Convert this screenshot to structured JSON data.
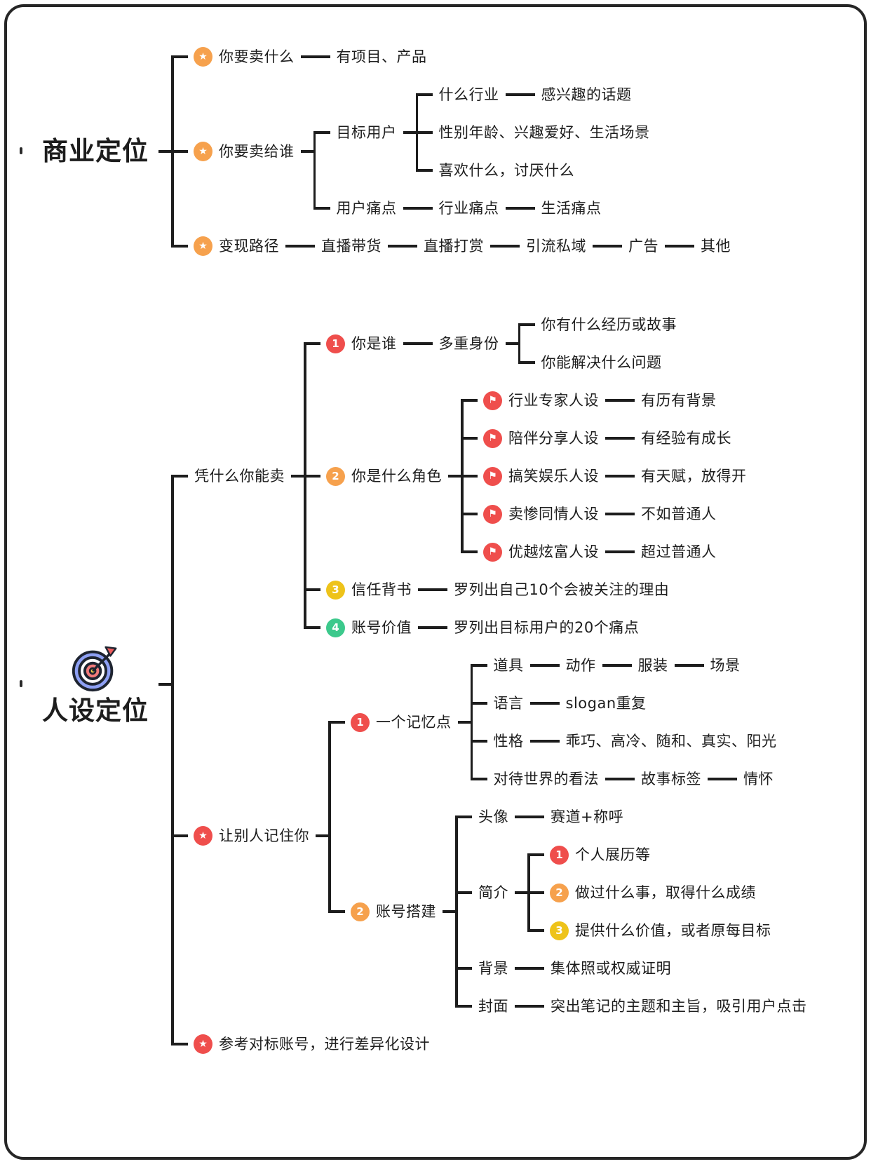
{
  "colors": {
    "red": "#ef4e4c",
    "orange": "#f6a14d",
    "yellow": "#eec31a",
    "green": "#3cc98c",
    "line": "#1d1d1d",
    "frame": "#262626",
    "dartboard_blue": "#8ea0f4",
    "dartboard_red": "#f27b7b",
    "dartboard_yellow": "#f7d04b"
  },
  "icons": {
    "star-orange": {
      "glyph": "★",
      "color": "orange",
      "name": "star-icon"
    },
    "star-red": {
      "glyph": "★",
      "color": "red",
      "name": "star-icon"
    },
    "flag-red": {
      "glyph": "⚑",
      "color": "red",
      "name": "flag-icon"
    },
    "num-1": {
      "glyph": "1",
      "color": "red",
      "name": "number-1-icon"
    },
    "num-2": {
      "glyph": "2",
      "color": "orange",
      "name": "number-2-icon"
    },
    "num-3": {
      "glyph": "3",
      "color": "yellow",
      "name": "number-3-icon"
    },
    "num-4": {
      "glyph": "4",
      "color": "green",
      "name": "number-4-icon"
    }
  },
  "tree": [
    {
      "label": "商业定位",
      "type": "root",
      "children": [
        {
          "icon": "star-orange",
          "label": "你要卖什么",
          "children": [
            {
              "label": "有项目、产品"
            }
          ]
        },
        {
          "icon": "star-orange",
          "label": "你要卖给谁",
          "children": [
            {
              "label": "目标用户",
              "children": [
                {
                  "label": "什么行业",
                  "children": [
                    {
                      "label": "感兴趣的话题"
                    }
                  ]
                },
                {
                  "label": "性别年龄、兴趣爱好、生活场景"
                },
                {
                  "label": "喜欢什么，讨厌什么"
                }
              ]
            },
            {
              "label": "用户痛点",
              "children": [
                {
                  "label": "行业痛点",
                  "children": [
                    {
                      "label": "生活痛点"
                    }
                  ]
                }
              ]
            }
          ]
        },
        {
          "icon": "star-orange",
          "label": "变现路径",
          "children": [
            {
              "label": "直播带货",
              "children": [
                {
                  "label": "直播打赏",
                  "children": [
                    {
                      "label": "引流私域",
                      "children": [
                        {
                          "label": "广告",
                          "children": [
                            {
                              "label": "其他"
                            }
                          ]
                        }
                      ]
                    }
                  ]
                }
              ]
            }
          ]
        }
      ]
    },
    {
      "label": "人设定位",
      "type": "root",
      "icon": "dartboard",
      "children": [
        {
          "label": "凭什么你能卖",
          "children": [
            {
              "icon": "num-1",
              "label": "你是谁",
              "children": [
                {
                  "label": "多重身份",
                  "children": [
                    {
                      "label": "你有什么经历或故事"
                    },
                    {
                      "label": "你能解决什么问题"
                    }
                  ]
                }
              ]
            },
            {
              "icon": "num-2",
              "label": "你是什么角色",
              "children": [
                {
                  "icon": "flag-red",
                  "label": "行业专家人设",
                  "children": [
                    {
                      "label": "有历有背景"
                    }
                  ]
                },
                {
                  "icon": "flag-red",
                  "label": "陪伴分享人设",
                  "children": [
                    {
                      "label": "有经验有成长"
                    }
                  ]
                },
                {
                  "icon": "flag-red",
                  "label": "搞笑娱乐人设",
                  "children": [
                    {
                      "label": "有天赋，放得开"
                    }
                  ]
                },
                {
                  "icon": "flag-red",
                  "label": "卖惨同情人设",
                  "children": [
                    {
                      "label": "不如普通人"
                    }
                  ]
                },
                {
                  "icon": "flag-red",
                  "label": "优越炫富人设",
                  "children": [
                    {
                      "label": "超过普通人"
                    }
                  ]
                }
              ]
            },
            {
              "icon": "num-3",
              "label": "信任背书",
              "children": [
                {
                  "label": "罗列出自己10个会被关注的理由"
                }
              ]
            },
            {
              "icon": "num-4",
              "label": "账号价值",
              "children": [
                {
                  "label": "罗列出目标用户的20个痛点"
                }
              ]
            }
          ]
        },
        {
          "icon": "star-red",
          "label": "让别人记住你",
          "children": [
            {
              "icon": "num-1",
              "label": "一个记忆点",
              "children": [
                {
                  "label": "道具",
                  "children": [
                    {
                      "label": "动作",
                      "children": [
                        {
                          "label": "服装",
                          "children": [
                            {
                              "label": "场景"
                            }
                          ]
                        }
                      ]
                    }
                  ]
                },
                {
                  "label": "语言",
                  "children": [
                    {
                      "label": "slogan重复"
                    }
                  ]
                },
                {
                  "label": "性格",
                  "children": [
                    {
                      "label": "乖巧、高冷、随和、真实、阳光"
                    }
                  ]
                },
                {
                  "label": "对待世界的看法",
                  "children": [
                    {
                      "label": "故事标签",
                      "children": [
                        {
                          "label": "情怀"
                        }
                      ]
                    }
                  ]
                }
              ]
            },
            {
              "icon": "num-2",
              "label": "账号搭建",
              "children": [
                {
                  "label": "头像",
                  "children": [
                    {
                      "label": "赛道+称呼"
                    }
                  ]
                },
                {
                  "label": "简介",
                  "children": [
                    {
                      "icon": "num-1",
                      "label": "个人展历等"
                    },
                    {
                      "icon": "num-2",
                      "label": "做过什么事，取得什么成绩"
                    },
                    {
                      "icon": "num-3",
                      "label": "提供什么价值，或者原每目标"
                    }
                  ]
                },
                {
                  "label": "背景",
                  "children": [
                    {
                      "label": "集体照或权威证明"
                    }
                  ]
                },
                {
                  "label": "封面",
                  "children": [
                    {
                      "label": "突出笔记的主题和主旨，吸引用户点击"
                    }
                  ]
                }
              ]
            }
          ]
        },
        {
          "icon": "star-red",
          "label": "参考对标账号，进行差异化设计"
        }
      ]
    }
  ]
}
